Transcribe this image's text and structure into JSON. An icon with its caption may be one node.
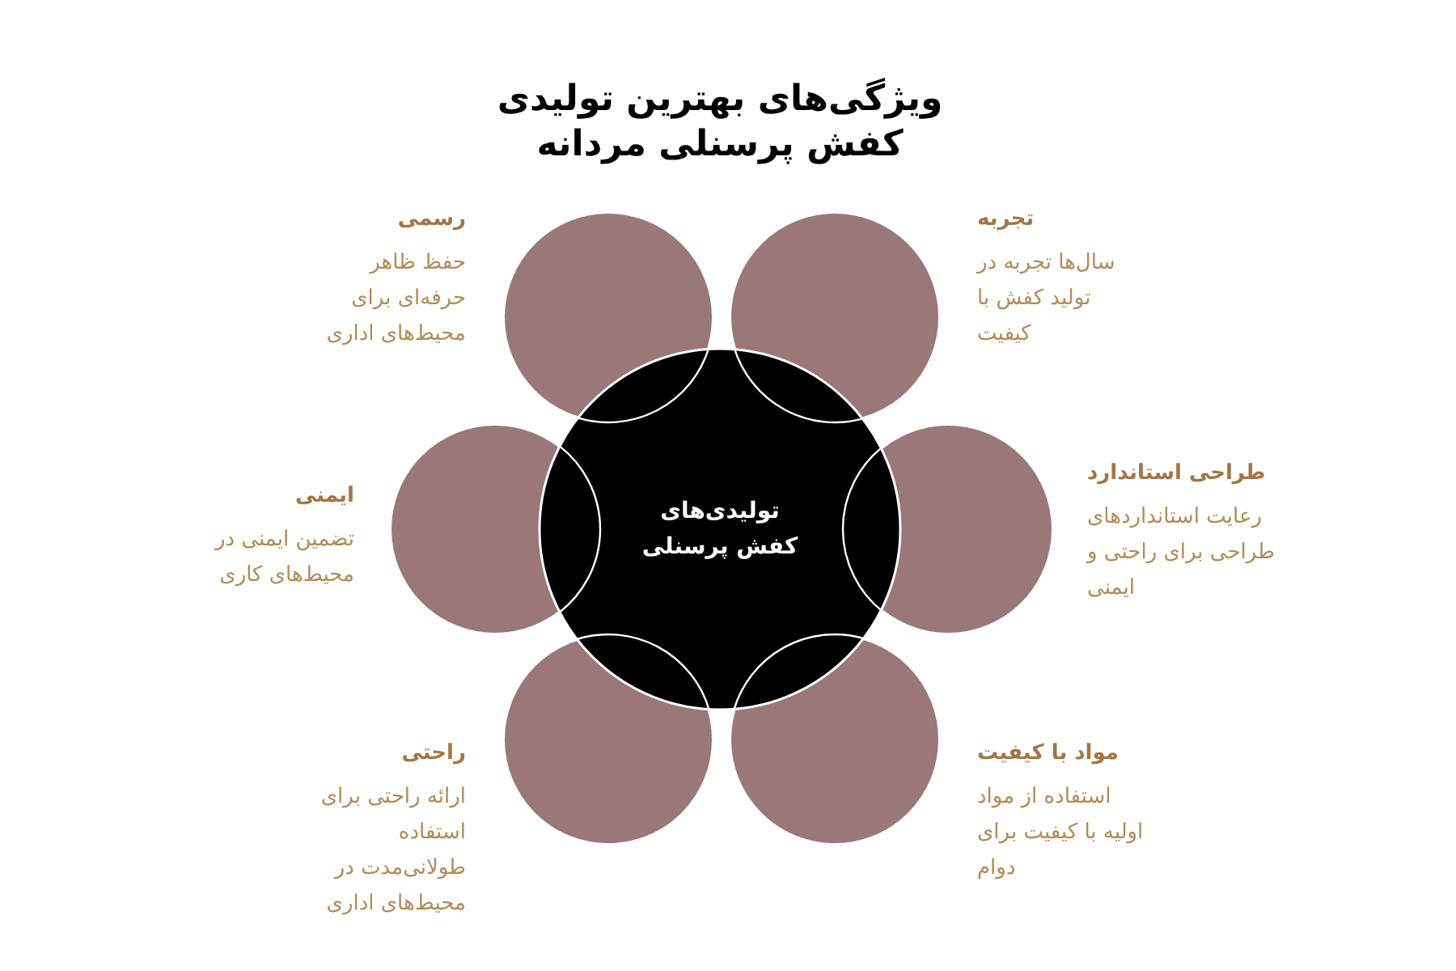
{
  "diagram": {
    "title": "ویژگی‌های بهترین تولیدی کفش پرسنلی مردانه",
    "nodes": [
      {
        "text": [
          "تولیدی‌های کفش پرسنلی"
        ]
      },
      {
        "text": [],
        "shape": "circle",
        "beside": [
          "رسمی",
          "حفظ ظاهر حرفه‌ای برای محیط‌های اداری"
        ]
      },
      {
        "text": [],
        "shape": "circle",
        "beside": [
          "تجربه",
          "سال‌ها تجربه در تولید کفش با کیفیت"
        ]
      },
      {
        "text": [],
        "shape": "circle",
        "beside": [
          "ایمنی",
          "تضمین ایمنی در محیط‌های کاری"
        ]
      },
      {
        "text": [],
        "shape": "circle",
        "beside": [
          "طراحی استاندارد",
          "رعایت استانداردهای طراحی برای راحتی و ایمنی"
        ]
      },
      {
        "text": [],
        "shape": "circle",
        "beside": [
          "راحتی",
          "ارائه راحتی برای استفاده طولانی‌مدت در محیط‌های اداری"
        ]
      },
      {
        "text": [],
        "shape": "circle",
        "beside": [
          "مواد با کیفیت",
          "استفاده از مواد اولیه با کیفیت برای دوام"
        ]
      }
    ]
  }
}
